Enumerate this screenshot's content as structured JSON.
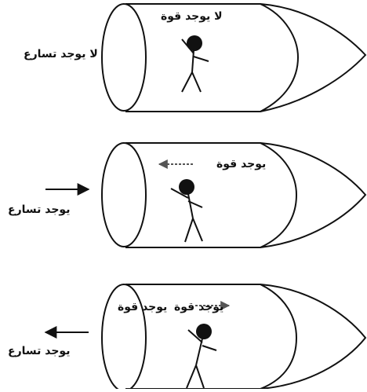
{
  "scenes": [
    {
      "force_label": "لا يوجد قوة",
      "acceleration_label": "لا يوجد تسارع"
    },
    {
      "force_label": "يوجد قوة",
      "acceleration_label": "يوجد تسارع"
    },
    {
      "force_label": "يوجد قوة",
      "acceleration_label": "يوجد تسارع"
    }
  ],
  "colors": {
    "stroke": "#111111",
    "background": "#ffffff"
  }
}
